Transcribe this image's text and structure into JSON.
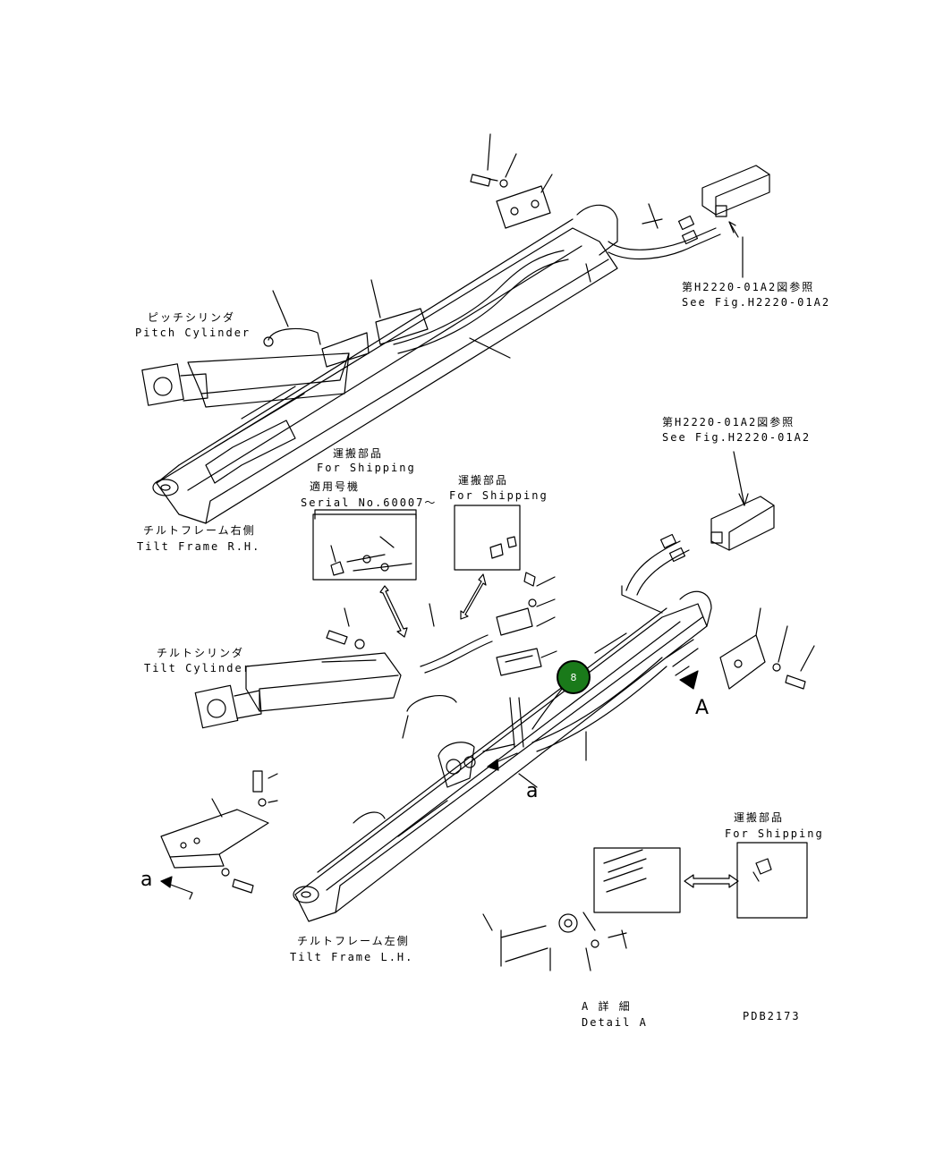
{
  "labels": {
    "ref_top_jp": "第H2220-01A2図参照",
    "ref_top_en": "See Fig.H2220-01A2",
    "pitch_cyl_jp": "ピッチシリンダ",
    "pitch_cyl_en": "Pitch Cylinder",
    "ref_mid_jp": "第H2220-01A2図参照",
    "ref_mid_en": "See Fig.H2220-01A2",
    "ship1_jp": "運搬部品",
    "ship1_en": "For Shipping",
    "serial_jp": "適用号機",
    "serial_en": "Serial No.60007～",
    "ship2_jp": "運搬部品",
    "ship2_en": "For Shipping",
    "tilt_rh_jp": "チルトフレーム右側",
    "tilt_rh_en": "Tilt Frame R.H.",
    "tilt_cyl_jp": "チルトシリンダ",
    "tilt_cyl_en": "Tilt Cylinder",
    "letter_a_upper": "A",
    "letter_a_lower_mid": "a",
    "letter_a_lower_left": "a",
    "ship3_jp": "運搬部品",
    "ship3_en": "For Shipping",
    "tilt_lh_jp": "チルトフレーム左側",
    "tilt_lh_en": "Tilt Frame L.H.",
    "detail_jp": "A 詳 細",
    "detail_en": "Detail A",
    "drawing_no": "PDB2173"
  },
  "callout": {
    "number": "8",
    "color": "#1a7a1a"
  }
}
